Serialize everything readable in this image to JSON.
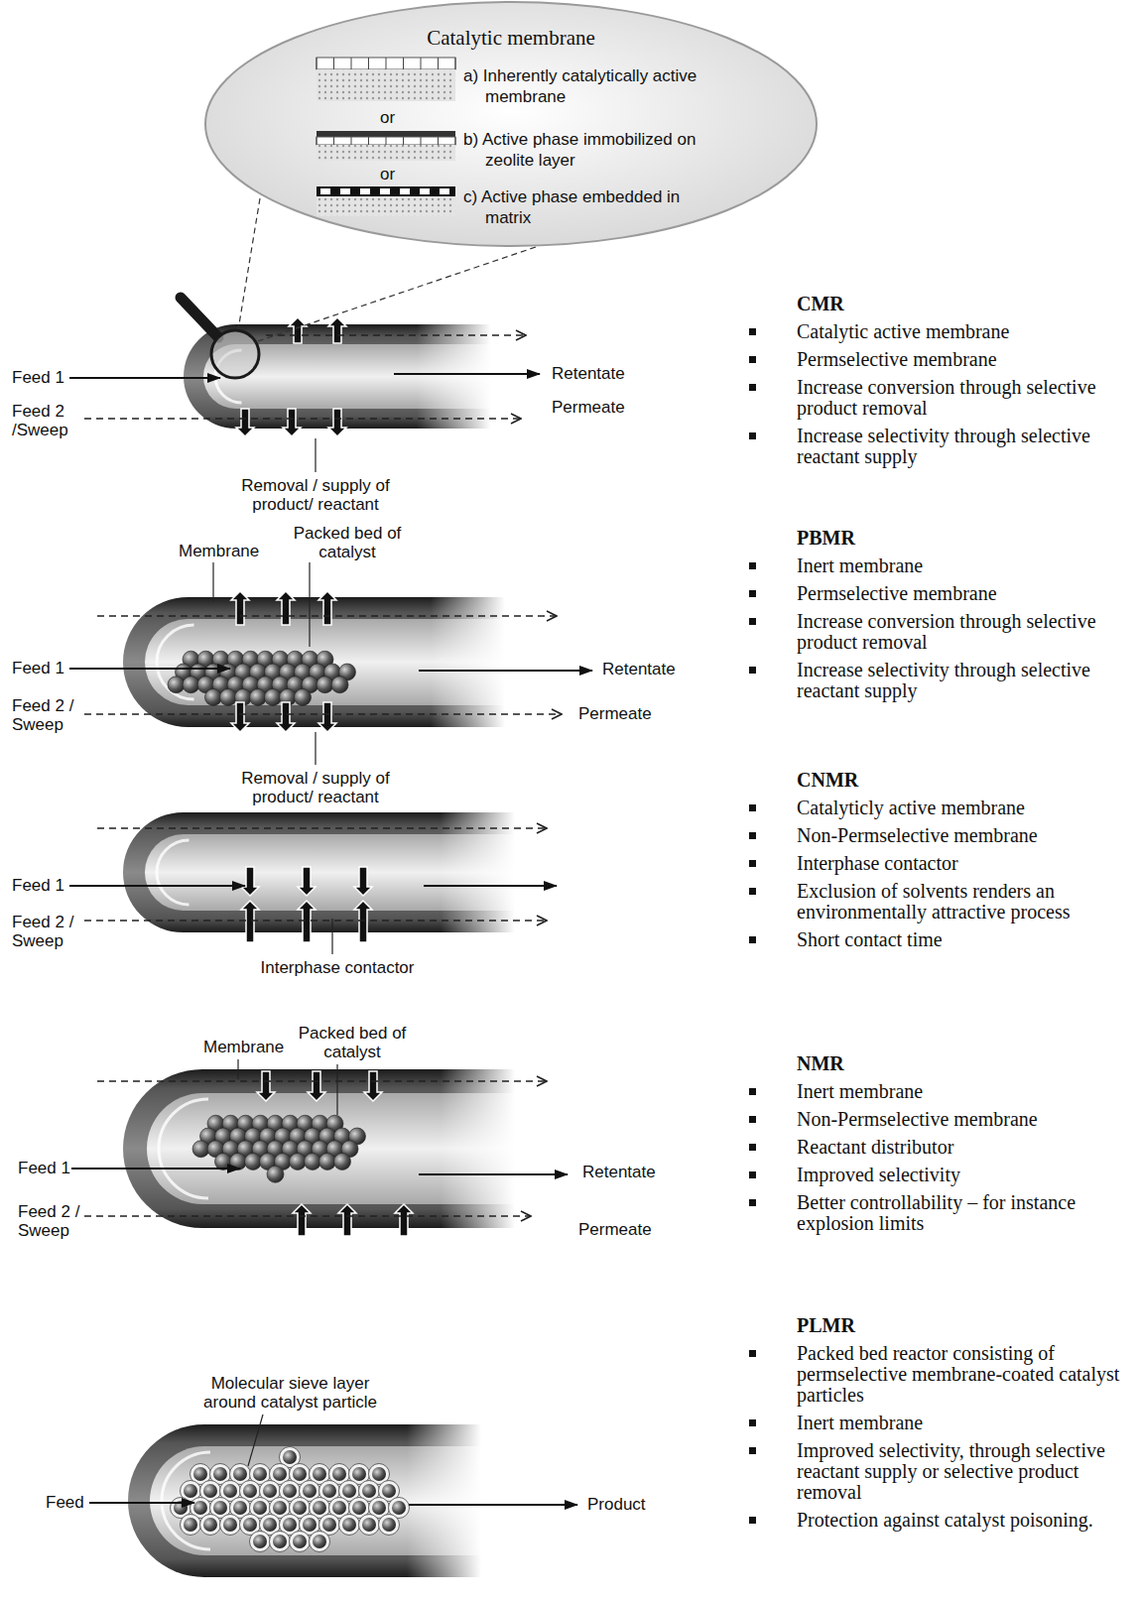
{
  "diagram": {
    "nodes": [
      {
        "text": [
          "Catalytic membrane",
          "a) Inherently catalytically active membrane",
          "or",
          "b) Active phase immobilized on zeolite layer",
          "or",
          "c) Active phase embedded in matrix"
        ]
      }
    ],
    "labels": [
      "Feed 1",
      "Feed 2 /Sweep",
      "Retentate",
      "Permeate",
      "Removal / supply of product/ reactant",
      "Membrane",
      "Packed bed of catalyst",
      "Feed 1",
      "Feed 2 / Sweep",
      "Retentate",
      "Permeate",
      "Removal / supply of product/ reactant",
      "Feed 1",
      "Feed 2 / Sweep",
      "Interphase contactor",
      "Membrane",
      "Packed bed of catalyst",
      "Feed 1",
      "Feed 2 / Sweep",
      "Retentate",
      "Permeate",
      "Molecular sieve layer around catalyst particle",
      "Feed",
      "Product",
      "CMR",
      "Catalytic active membrane",
      "Permselective membrane",
      "Increase conversion through selective product removal",
      "Increase selectivity through selective reactant supply",
      "PBMR",
      "Inert membrane",
      "Permselective membrane",
      "Increase conversion through selective product removal",
      "Increase selectivity through selective reactant supply",
      "CNMR",
      "Catalyticly active membrane",
      "Non-Permselective membrane",
      "Interphase contactor",
      "Exclusion of solvents renders an environmentally attractive process",
      "Short contact time",
      "NMR",
      "Inert membrane",
      "Non-Permselective membrane",
      "Reactant distributor",
      "Improved selectivity",
      "Better controllability – for instance explosion limits",
      "PLMR",
      "Packed bed reactor consisting of permselective membrane-coated catalyst particles",
      "Inert membrane",
      "Improved selectivity, through selective reactant supply or selective product removal",
      "Protection against catalyst poisoning."
    ]
  }
}
